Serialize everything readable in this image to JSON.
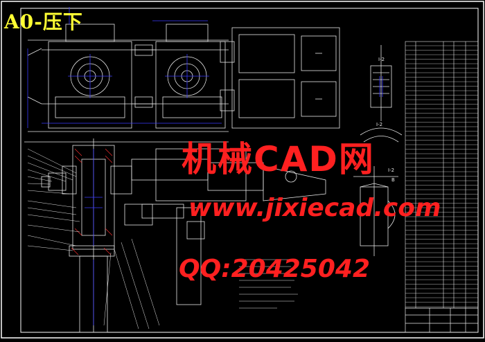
{
  "drawing": {
    "sheet_label": "A0-压下",
    "watermark_lines": [
      "机械CAD网",
      "www.jixiecad.com",
      "QQ:20425042"
    ],
    "section_labels": [
      "I-2",
      "I-2",
      "I-2",
      "B"
    ],
    "colors": {
      "background": "#000000",
      "frame": "#ffffff",
      "linework": "#e8e8e8",
      "dimension_blue": "#3a3aff",
      "sheet_label": "#ffff33",
      "watermark": "#ff2020"
    }
  }
}
